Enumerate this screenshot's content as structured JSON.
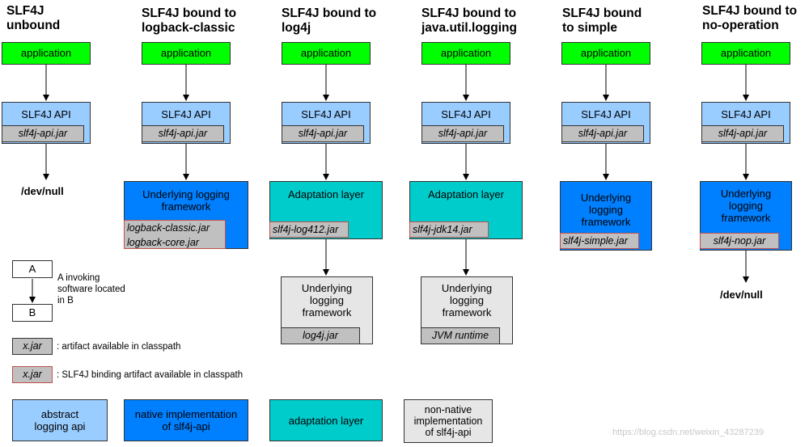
{
  "columns": [
    {
      "title": "SLF4J\nunbound",
      "app": "application",
      "api": "SLF4J API",
      "api_jar": "slf4j-api.jar",
      "end": "/dev/null"
    },
    {
      "title": "SLF4J bound to\nlogback-classic",
      "app": "application",
      "api": "SLF4J API",
      "api_jar": "slf4j-api.jar",
      "framework": "Underlying logging\nframework",
      "framework_jar": "logback-classic.jar\nlogback-core.jar"
    },
    {
      "title": "SLF4J bound to\nlog4j",
      "app": "application",
      "api": "SLF4J API",
      "api_jar": "slf4j-api.jar",
      "adaptation": "Adaptation layer",
      "adaptation_jar": "slf4j-log412.jar",
      "framework": "Underlying\nlogging\nframework",
      "framework_jar": "log4j.jar"
    },
    {
      "title": "SLF4J bound to\njava.util.logging",
      "app": "application",
      "api": "SLF4J API",
      "api_jar": "slf4j-api.jar",
      "adaptation": "Adaptation layer",
      "adaptation_jar": "slf4j-jdk14.jar",
      "framework": "Underlying\nlogging\nframework",
      "framework_jar": "JVM runtime"
    },
    {
      "title": "SLF4J bound\nto simple",
      "app": "application",
      "api": "SLF4J API",
      "api_jar": "slf4j-api.jar",
      "framework": "Underlying\nlogging\nframework",
      "framework_jar": "slf4j-simple.jar"
    },
    {
      "title": "SLF4J bound to\nno-operation",
      "app": "application",
      "api": "SLF4J API",
      "api_jar": "slf4j-api.jar",
      "framework": "Underlying\nlogging\nframework",
      "framework_jar": "slf4j-nop.jar",
      "end": "/dev/null"
    }
  ],
  "legend": {
    "a_label": "A",
    "b_label": "B",
    "invoke_text": "A invoking\nsoftware located\nin B",
    "jar_label": "x.jar",
    "jar_text": ": artifact available in classpath",
    "binding_jar_label": "x.jar",
    "binding_text": ": SLF4J binding artifact available in classpath"
  },
  "key": [
    {
      "label": "abstract\nlogging api",
      "color": "#99ccff"
    },
    {
      "label": "native implementation\nof slf4j-api",
      "color": "#0080ff"
    },
    {
      "label": "adaptation layer",
      "color": "#00cccc"
    },
    {
      "label": "non-native\nimplementation\nof slf4j-api",
      "color": "#e6e6e6"
    }
  ],
  "watermark": "https://blog.csdn.net/weixin_43287239",
  "colors": {
    "application": "#00ff00",
    "api": "#99ccff",
    "native": "#0080ff",
    "adaptation": "#00cccc",
    "nonnative": "#e6e6e6",
    "jar": "#c0c0c0",
    "binding_border": "#c0504d"
  }
}
